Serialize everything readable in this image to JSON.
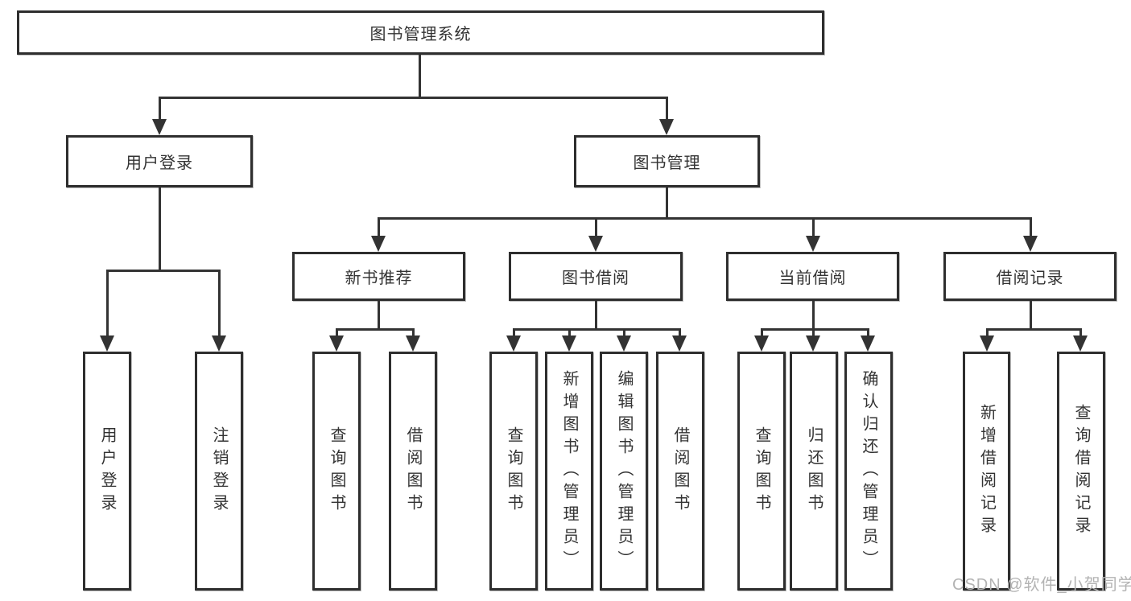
{
  "tree": {
    "root": {
      "label": "图书管理系统"
    },
    "branches": [
      {
        "label": "用户登录",
        "children": [
          {
            "label": "用户登录"
          },
          {
            "label": "注销登录"
          }
        ]
      },
      {
        "label": "图书管理",
        "children": [
          {
            "label": "新书推荐",
            "children": [
              {
                "label": "查询图书"
              },
              {
                "label": "借阅图书"
              }
            ]
          },
          {
            "label": "图书借阅",
            "children": [
              {
                "label": "查询图书"
              },
              {
                "label": "新增图书（管理员）"
              },
              {
                "label": "编辑图书（管理员）"
              },
              {
                "label": "借阅图书"
              }
            ]
          },
          {
            "label": "当前借阅",
            "children": [
              {
                "label": "查询图书"
              },
              {
                "label": "归还图书"
              },
              {
                "label": "确认归还（管理员）"
              }
            ]
          },
          {
            "label": "借阅记录",
            "children": [
              {
                "label": "新增借阅记录"
              },
              {
                "label": "查询借阅记录"
              }
            ]
          }
        ]
      }
    ]
  },
  "watermark": "CSDN @软件_小贺同学",
  "colors": {
    "line": "#333333",
    "border": "#2e2e2e",
    "text": "#333333",
    "background": "#ffffff",
    "watermark": "#b3b3b3"
  }
}
